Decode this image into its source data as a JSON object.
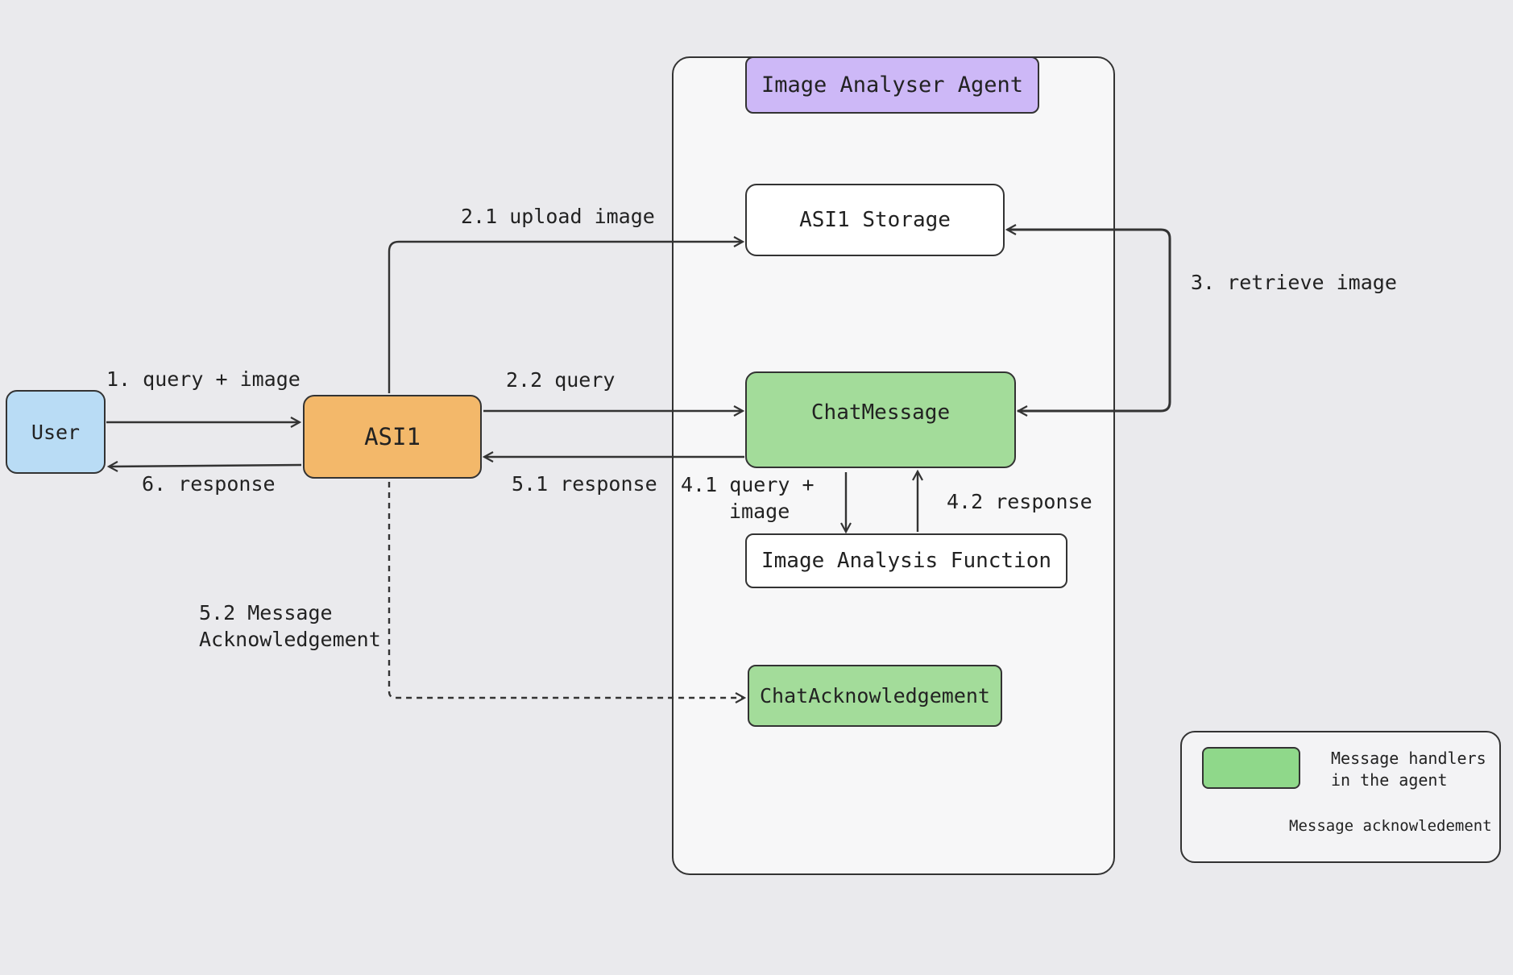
{
  "nodes": {
    "user": "User",
    "asi1": "ASI1",
    "agent_title": "Image Analyser Agent",
    "storage": "ASI1 Storage",
    "chat_message": "ChatMessage",
    "analysis_function": "Image Analysis Function",
    "chat_ack": "ChatAcknowledgement"
  },
  "edges": {
    "e1": "1. query + image",
    "e6": "6. response",
    "e21": "2.1 upload image",
    "e22": "2.2 query",
    "e51": "5.1 response",
    "e3": "3. retrieve image",
    "e41_line1": "4.1 query +",
    "e41_line2": "image",
    "e42": "4.2 response",
    "e52_line1": "5.2 Message",
    "e52_line2": "Acknowledgement"
  },
  "legend": {
    "handlers_line1": "Message handlers",
    "handlers_line2": "in the agent",
    "ack": "Message acknowledement"
  },
  "colors": {
    "background": "#eaeaed",
    "user": "#b9dcf5",
    "asi1": "#f3b86a",
    "agent_title": "#cdb8f7",
    "handler": "#a3dc9a",
    "panel": "#f7f7f8"
  }
}
